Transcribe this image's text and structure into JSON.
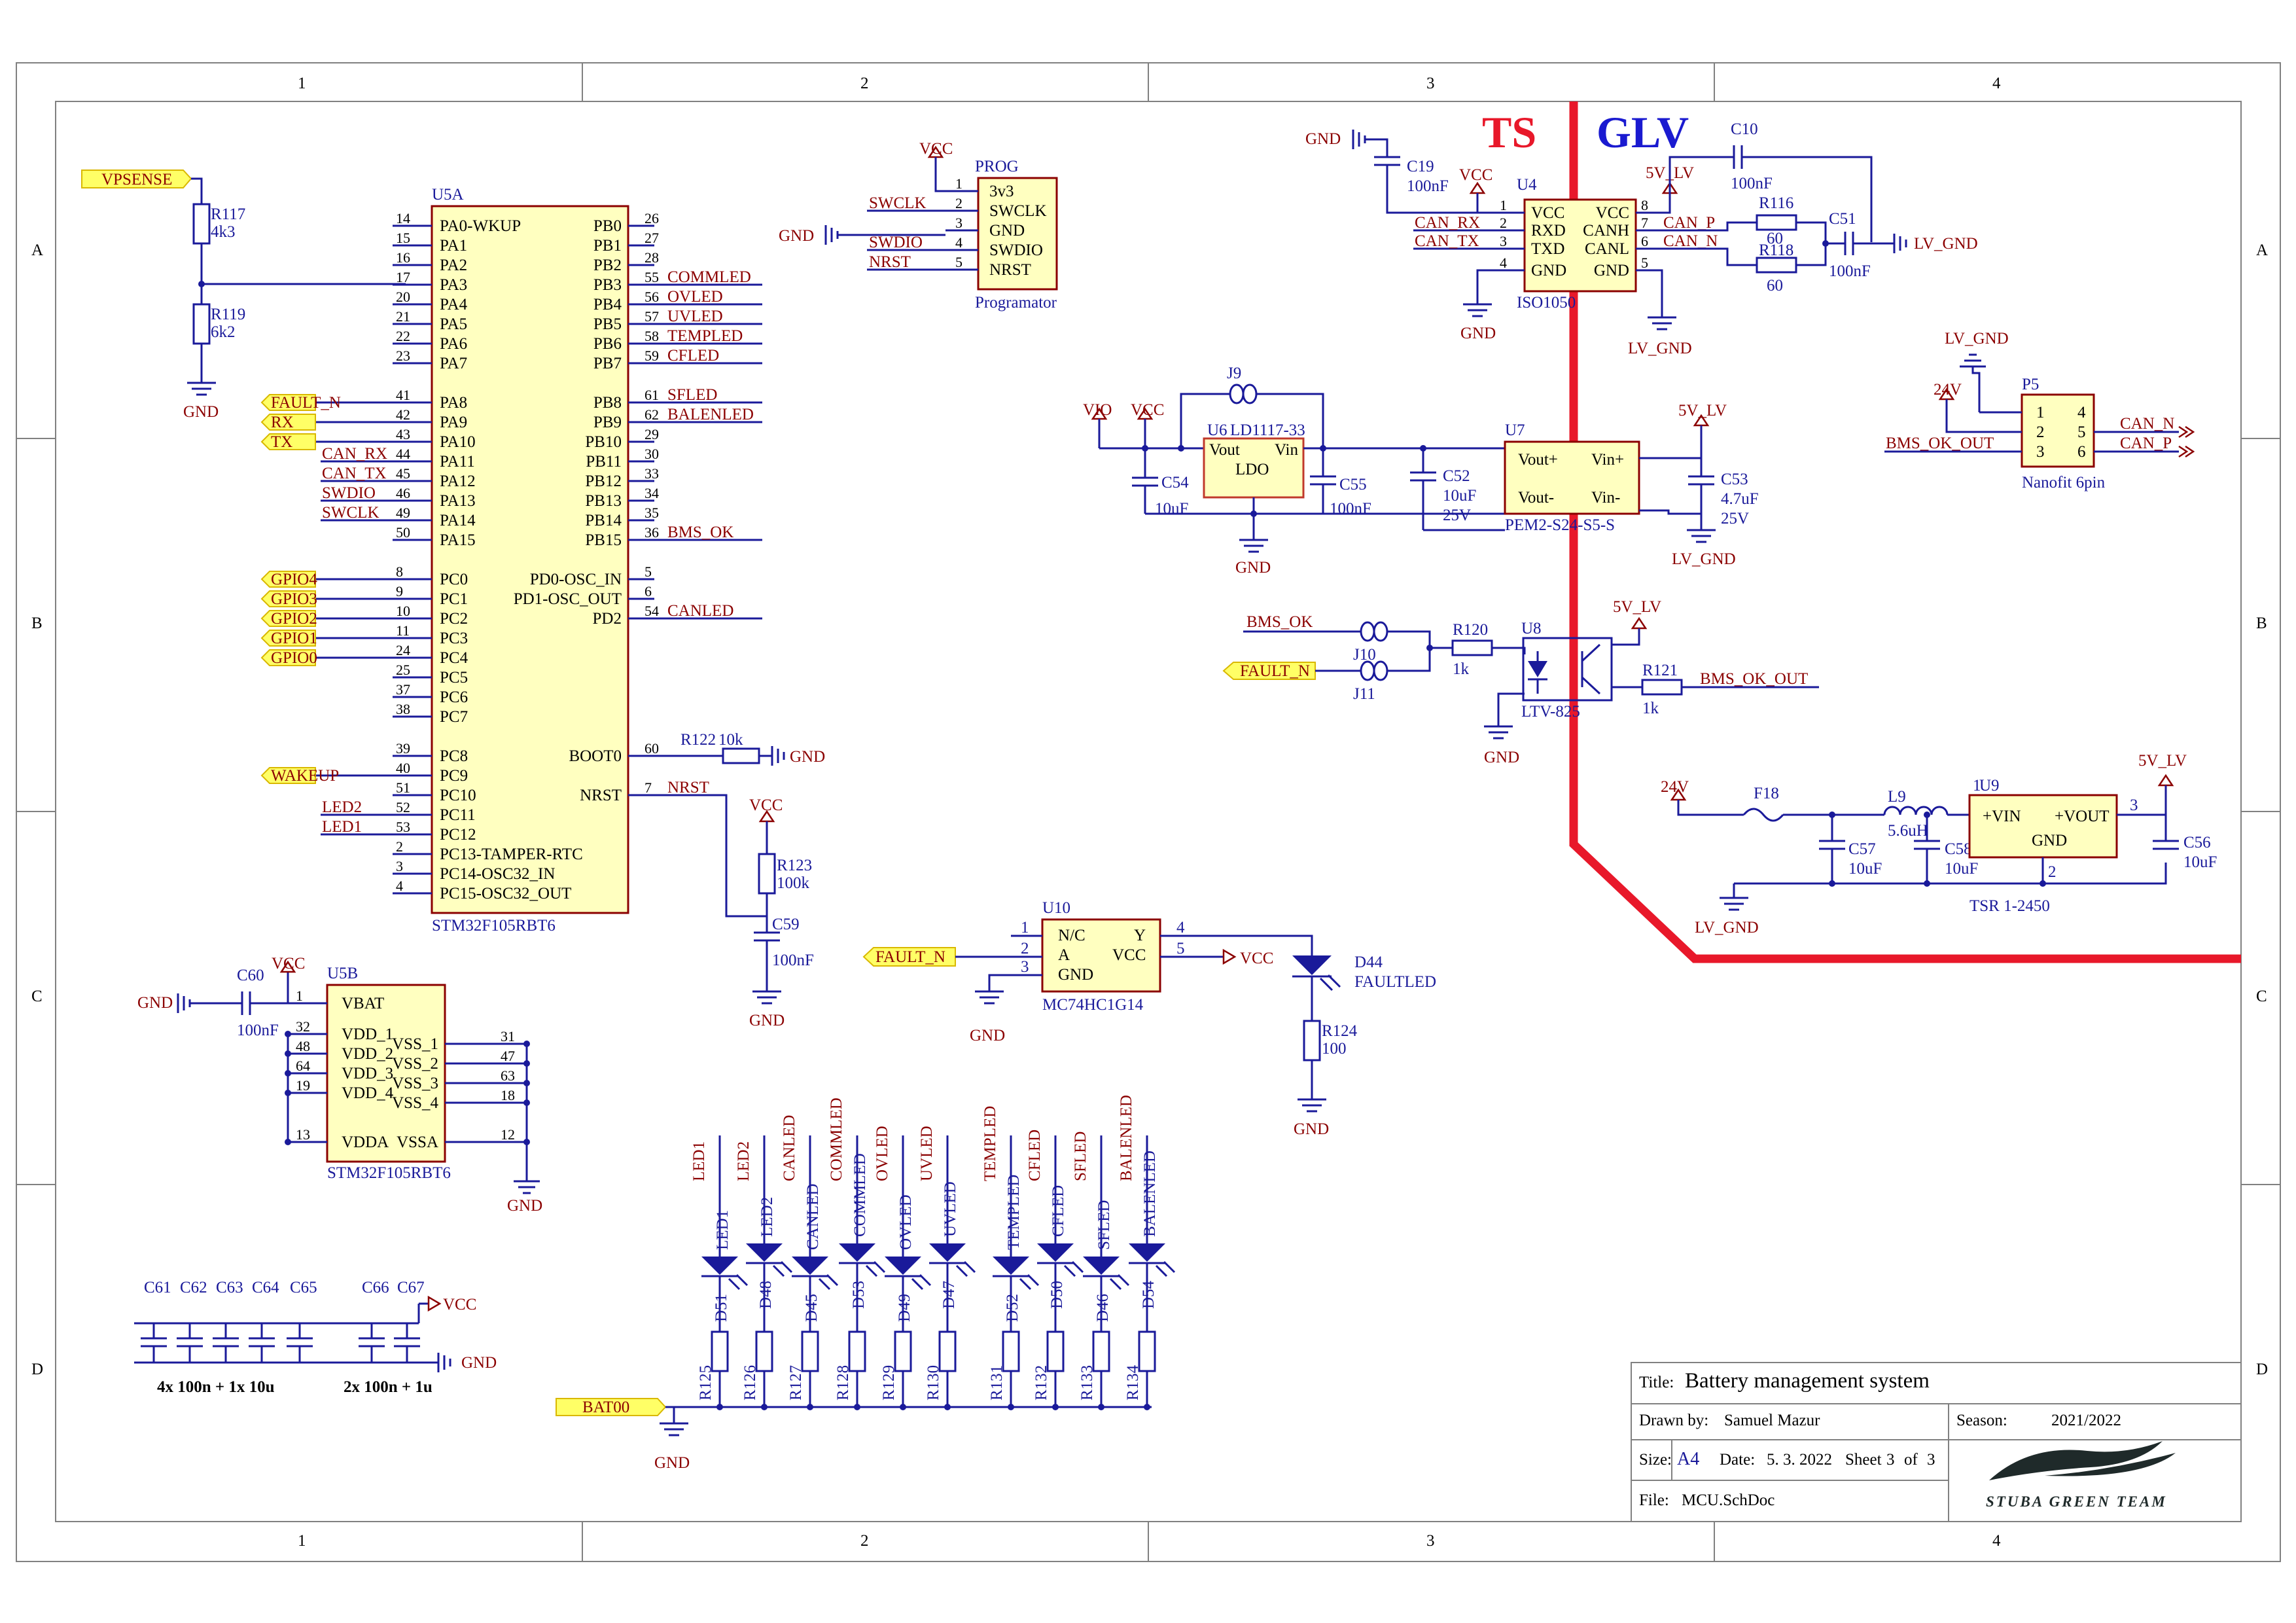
{
  "border": {
    "columns": [
      "1",
      "2",
      "3",
      "4"
    ],
    "rows": [
      "A",
      "B",
      "C",
      "D"
    ]
  },
  "banner": {
    "ts": "TS",
    "glv": "GLV"
  },
  "mcu_a": {
    "ref": "U5A",
    "part": "STM32F105RBT6",
    "left_pins": [
      {
        "num": "14",
        "name": "PA0-WKUP",
        "net": ""
      },
      {
        "num": "15",
        "name": "PA1",
        "net": ""
      },
      {
        "num": "16",
        "name": "PA2",
        "net": ""
      },
      {
        "num": "17",
        "name": "PA3",
        "net": ""
      },
      {
        "num": "20",
        "name": "PA4",
        "net": ""
      },
      {
        "num": "21",
        "name": "PA5",
        "net": ""
      },
      {
        "num": "22",
        "name": "PA6",
        "net": ""
      },
      {
        "num": "23",
        "name": "PA7",
        "net": ""
      },
      {
        "num": "41",
        "name": "PA8",
        "net": "FAULT_N"
      },
      {
        "num": "42",
        "name": "PA9",
        "net": "RX"
      },
      {
        "num": "43",
        "name": "PA10",
        "net": "TX"
      },
      {
        "num": "44",
        "name": "PA11",
        "net": "CAN_RX"
      },
      {
        "num": "45",
        "name": "PA12",
        "net": "CAN_TX"
      },
      {
        "num": "46",
        "name": "PA13",
        "net": "SWDIO"
      },
      {
        "num": "49",
        "name": "PA14",
        "net": "SWCLK"
      },
      {
        "num": "50",
        "name": "PA15",
        "net": ""
      },
      {
        "num": "8",
        "name": "PC0",
        "net": "GPIO4"
      },
      {
        "num": "9",
        "name": "PC1",
        "net": "GPIO3"
      },
      {
        "num": "10",
        "name": "PC2",
        "net": "GPIO2"
      },
      {
        "num": "11",
        "name": "PC3",
        "net": "GPIO1"
      },
      {
        "num": "24",
        "name": "PC4",
        "net": "GPIO0"
      },
      {
        "num": "25",
        "name": "PC5",
        "net": ""
      },
      {
        "num": "37",
        "name": "PC6",
        "net": ""
      },
      {
        "num": "38",
        "name": "PC7",
        "net": ""
      },
      {
        "num": "39",
        "name": "PC8",
        "net": ""
      },
      {
        "num": "40",
        "name": "PC9",
        "net": "WAKEUP"
      },
      {
        "num": "51",
        "name": "PC10",
        "net": ""
      },
      {
        "num": "52",
        "name": "PC11",
        "net": "LED2"
      },
      {
        "num": "53",
        "name": "PC12",
        "net": "LED1"
      },
      {
        "num": "2",
        "name": "PC13-TAMPER-RTC",
        "net": ""
      },
      {
        "num": "3",
        "name": "PC14-OSC32_IN",
        "net": ""
      },
      {
        "num": "4",
        "name": "PC15-OSC32_OUT",
        "net": ""
      }
    ],
    "right_pins": [
      {
        "num": "26",
        "name": "PB0",
        "net": ""
      },
      {
        "num": "27",
        "name": "PB1",
        "net": ""
      },
      {
        "num": "28",
        "name": "PB2",
        "net": ""
      },
      {
        "num": "55",
        "name": "PB3",
        "net": "COMMLED"
      },
      {
        "num": "56",
        "name": "PB4",
        "net": "OVLED"
      },
      {
        "num": "57",
        "name": "PB5",
        "net": "UVLED"
      },
      {
        "num": "58",
        "name": "PB6",
        "net": "TEMPLED"
      },
      {
        "num": "59",
        "name": "PB7",
        "net": "CFLED"
      },
      {
        "num": "61",
        "name": "PB8",
        "net": "SFLED"
      },
      {
        "num": "62",
        "name": "PB9",
        "net": "BALENLED"
      },
      {
        "num": "29",
        "name": "PB10",
        "net": ""
      },
      {
        "num": "30",
        "name": "PB11",
        "net": ""
      },
      {
        "num": "33",
        "name": "PB12",
        "net": ""
      },
      {
        "num": "34",
        "name": "PB13",
        "net": ""
      },
      {
        "num": "35",
        "name": "PB14",
        "net": ""
      },
      {
        "num": "36",
        "name": "PB15",
        "net": "BMS_OK"
      },
      {
        "num": "5",
        "name": "PD0-OSC_IN",
        "net": ""
      },
      {
        "num": "6",
        "name": "PD1-OSC_OUT",
        "net": ""
      },
      {
        "num": "54",
        "name": "PD2",
        "net": "CANLED"
      },
      {
        "num": "60",
        "name": "BOOT0",
        "net": ""
      },
      {
        "num": "7",
        "name": "NRST",
        "net": "NRST"
      }
    ]
  },
  "mcu_b": {
    "ref": "U5B",
    "part": "STM32F105RBT6",
    "left_pins": [
      {
        "num": "1",
        "name": "VBAT"
      },
      {
        "num": "32",
        "name": "VDD_1"
      },
      {
        "num": "48",
        "name": "VDD_2"
      },
      {
        "num": "64",
        "name": "VDD_3"
      },
      {
        "num": "19",
        "name": "VDD_4"
      },
      {
        "num": "13",
        "name": "VDDA"
      }
    ],
    "right_pins": [
      {
        "num": "31",
        "name": "VSS_1"
      },
      {
        "num": "47",
        "name": "VSS_2"
      },
      {
        "num": "63",
        "name": "VSS_3"
      },
      {
        "num": "18",
        "name": "VSS_4"
      },
      {
        "num": "12",
        "name": "VSSA"
      }
    ]
  },
  "vpsense": {
    "port": "VPSENSE",
    "r117": {
      "ref": "R117",
      "value": "4k3"
    },
    "r119": {
      "ref": "R119",
      "value": "6k2"
    },
    "gnd": "GND"
  },
  "prog": {
    "ref": "PROG",
    "desc": "Programator",
    "vcc": "VCC",
    "gnd": "GND",
    "pins": [
      {
        "num": "1",
        "name": "3v3",
        "net": ""
      },
      {
        "num": "2",
        "name": "SWCLK",
        "net": "SWCLK"
      },
      {
        "num": "3",
        "name": "GND",
        "net": ""
      },
      {
        "num": "4",
        "name": "SWDIO",
        "net": "SWDIO"
      },
      {
        "num": "5",
        "name": "NRST",
        "net": "NRST"
      }
    ]
  },
  "boot": {
    "r122": "R122",
    "r122_val": "10k",
    "gnd": "GND",
    "nrst": "NRST"
  },
  "reset": {
    "vcc": "VCC",
    "r123": "R123",
    "r123_val": "100k",
    "c59": "C59",
    "c59_val": "100nF",
    "gnd": "GND"
  },
  "vbat": {
    "gnd": "GND",
    "c60": "C60",
    "c60_val": "100nF",
    "vcc": "VCC",
    "gnd2": "GND"
  },
  "decoupling": {
    "caps": [
      "C61",
      "C62",
      "C63",
      "C64",
      "C65",
      "C66",
      "C67"
    ],
    "vcc": "VCC",
    "gnd": "GND",
    "note1": "4x 100n + 1x 10u",
    "note2": "2x 100n + 1u"
  },
  "leds": {
    "items": [
      {
        "net": "LED1",
        "d": "D51",
        "r": "R125",
        "name": "LED1"
      },
      {
        "net": "LED2",
        "d": "D48",
        "r": "R126",
        "name": "LED2"
      },
      {
        "net": "CANLED",
        "d": "D45",
        "r": "R127",
        "name": "CANLED"
      },
      {
        "net": "COMMLED",
        "d": "D53",
        "r": "R128",
        "name": "COMMLED"
      },
      {
        "net": "OVLED",
        "d": "D49",
        "r": "R129",
        "name": "OVLED"
      },
      {
        "net": "UVLED",
        "d": "D47",
        "r": "R130",
        "name": "UVLED"
      },
      {
        "net": "TEMPLED",
        "d": "D52",
        "r": "R131",
        "name": "TEMPLED"
      },
      {
        "net": "CFLED",
        "d": "D50",
        "r": "R132",
        "name": "CFLED"
      },
      {
        "net": "SFLED",
        "d": "D46",
        "r": "R133",
        "name": "SFLED"
      },
      {
        "net": "BALENLED",
        "d": "D54",
        "r": "R134",
        "name": "BALENLED"
      }
    ],
    "port": "BAT00",
    "gnd": "GND"
  },
  "can_iso": {
    "ref": "U4",
    "part": "ISO1050",
    "gnd": "GND",
    "c19": "C19",
    "c19_val": "100nF",
    "vcc": "VCC",
    "fivev": "5V_LV",
    "lvgnd": "LV_GND",
    "gnd2": "GND",
    "left_pins": [
      {
        "num": "1",
        "name": "VCC",
        "net": ""
      },
      {
        "num": "2",
        "name": "RXD",
        "net": "CAN_RX"
      },
      {
        "num": "3",
        "name": "TXD",
        "net": "CAN_TX"
      },
      {
        "num": "4",
        "name": "GND",
        "net": ""
      }
    ],
    "right_pins": [
      {
        "num": "8",
        "name": "VCC",
        "net": ""
      },
      {
        "num": "7",
        "name": "CANH",
        "net": "CAN_P"
      },
      {
        "num": "6",
        "name": "CANL",
        "net": "CAN_N"
      },
      {
        "num": "5",
        "name": "GND",
        "net": ""
      }
    ],
    "c10": "C10",
    "c10_val": "100nF",
    "r116": "R116",
    "r116_val": "60",
    "r118": "R118",
    "r118_val": "60",
    "c51": "C51",
    "c51_val": "100nF",
    "lvgnd2": "LV_GND"
  },
  "nanofit": {
    "ref": "P5",
    "desc": "Nanofit 6pin",
    "lvgnd": "LV_GND",
    "v24": "24V",
    "bms": "BMS_OK_OUT",
    "can_n": "CAN_N",
    "can_p": "CAN_P",
    "pins_left": [
      "1",
      "2",
      "3"
    ],
    "pins_right": [
      "4",
      "5",
      "6"
    ]
  },
  "power": {
    "vio": "VIO",
    "vcc": "VCC",
    "j9": "J9",
    "u6": "U6",
    "u6_part": "LD1117-33",
    "u6_body": "LDO",
    "vout": "Vout",
    "vin": "Vin",
    "c54": "C54",
    "c54_val": "10uF",
    "c55": "C55",
    "c55_val": "100nF",
    "c52": "C52",
    "c52_val": "10uF",
    "c52_v": "25V",
    "u7": "U7",
    "u7_part": "PEM2-S24-S5-S",
    "vout_p": "Vout+",
    "vout_n": "Vout-",
    "vin_p": "Vin+",
    "vin_n": "Vin-",
    "c53": "C53",
    "c53_val": "4.7uF",
    "c53_v": "25V",
    "fivev": "5V_LV",
    "lvgnd": "LV_GND",
    "gnd": "GND"
  },
  "opto": {
    "bms_ok": "BMS_OK",
    "fault": "FAULT_N",
    "j10": "J10",
    "j11": "J11",
    "r120": "R120",
    "r120_val": "1k",
    "u8": "U8",
    "u8_part": "LTV-825",
    "fivev": "5V_LV",
    "r121": "R121",
    "r121_val": "1k",
    "bms_out": "BMS_OK_OUT",
    "gnd": "GND"
  },
  "tsr": {
    "v24": "24V",
    "f18": "F18",
    "l9": "L9",
    "l9_val": "5.6uH",
    "c57": "C57",
    "c57_val": "10uF",
    "c58": "C58",
    "c58_val": "10uF",
    "u9": "U9",
    "u9_part": "TSR 1-2450",
    "vin": "+VIN",
    "vout": "+VOUT",
    "gndpin": "GND",
    "c56": "C56",
    "c56_val": "10uF",
    "fivev": "5V_LV",
    "lvgnd": "LV_GND",
    "pin1": "1",
    "pin2": "2",
    "pin3": "3"
  },
  "logic": {
    "port": "FAULT_N",
    "ref": "U10",
    "part": "MC74HC1G14",
    "pin_nc": "N/C",
    "pin_a": "A",
    "pin_gnd": "GND",
    "pin_y": "Y",
    "pin_vcc": "VCC",
    "p1": "1",
    "p2": "2",
    "p3": "3",
    "p4": "4",
    "p5": "5",
    "vcc": "VCC",
    "gnd": "GND",
    "d44": "D44",
    "d44_name": "FAULTLED",
    "r124": "R124",
    "r124_val": "100",
    "gnd2": "GND"
  },
  "title_block": {
    "title_label": "Title:",
    "title": "Battery management system",
    "drawn_label": "Drawn by:",
    "drawn": "Samuel Mazur",
    "season_label": "Season:",
    "season": "2021/2022",
    "size_label": "Size:",
    "size": "A4",
    "date_label": "Date:",
    "date": "5. 3. 2022",
    "sheet_label": "Sheet",
    "sheet": "3",
    "of_label": "of",
    "sheets": "3",
    "file_label": "File:",
    "file": "MCU.SchDoc",
    "logo": "STUBA GREEN TEAM"
  }
}
